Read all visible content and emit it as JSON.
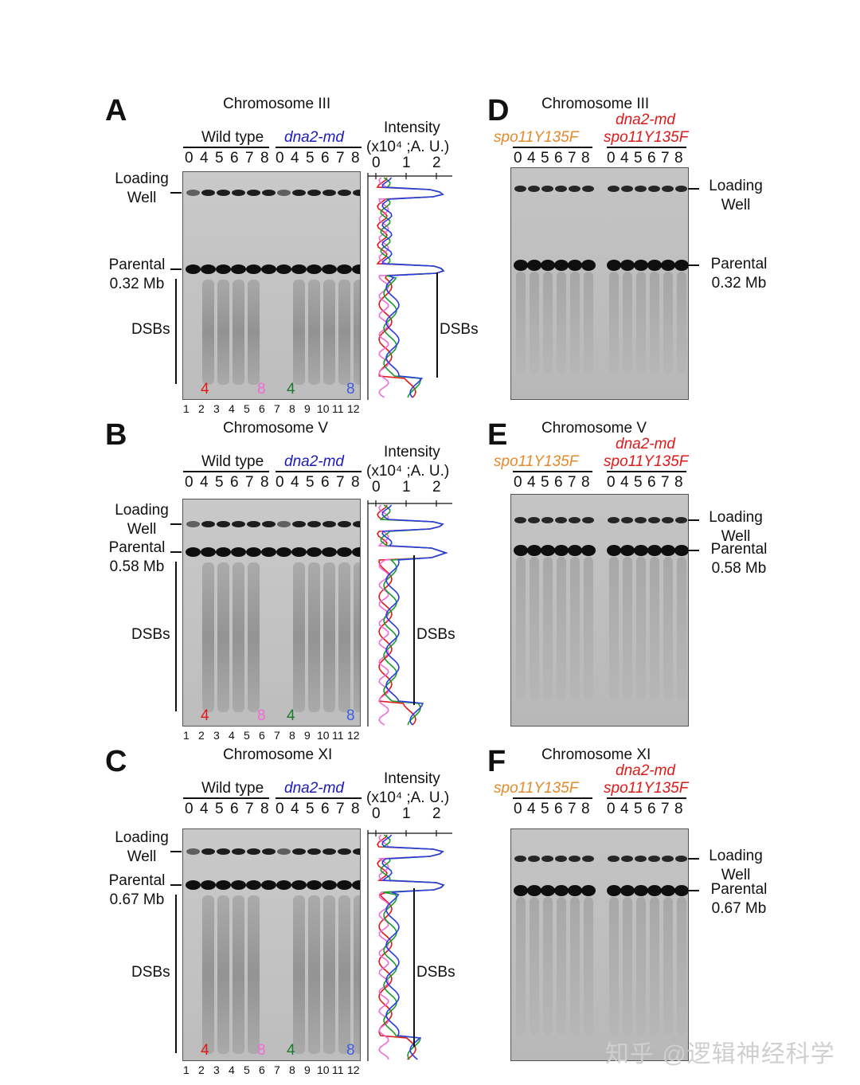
{
  "panels": [
    {
      "id": "A",
      "letter": "A",
      "chromosome": "Chromosome  III",
      "wt": "Wild type",
      "mut": "dna2-md",
      "lanes": [
        "0",
        "4",
        "5",
        "6",
        "7",
        "8",
        "0",
        "4",
        "5",
        "6",
        "7",
        "8"
      ],
      "lane_numbers": [
        "1",
        "2",
        "3",
        "4",
        "5",
        "6",
        "7",
        "8",
        "9",
        "10",
        "11",
        "12"
      ],
      "intensity": "Intensity",
      "intensity_units": "(x10⁴ ;A. U.)",
      "axis_ticks": [
        "0",
        "1",
        "2"
      ],
      "well_label": [
        "Loading",
        "Well"
      ],
      "parental_label": [
        "Parental",
        "0.32 Mb"
      ],
      "dsb_label": "DSBs",
      "dsb_profile_label": "DSBs",
      "markers": [
        {
          "text": "4",
          "color": "#e01919"
        },
        {
          "text": "8",
          "color": "#f06ad8"
        },
        {
          "text": "4",
          "color": "#1c7a2c"
        },
        {
          "text": "8",
          "color": "#3b5ee0"
        }
      ]
    },
    {
      "id": "B",
      "letter": "B",
      "chromosome": "Chromosome  V",
      "wt": "Wild type",
      "mut": "dna2-md",
      "lanes": [
        "0",
        "4",
        "5",
        "6",
        "7",
        "8",
        "0",
        "4",
        "5",
        "6",
        "7",
        "8"
      ],
      "lane_numbers": [
        "1",
        "2",
        "3",
        "4",
        "5",
        "6",
        "7",
        "8",
        "9",
        "10",
        "11",
        "12"
      ],
      "intensity": "Intensity",
      "intensity_units": "(x10⁴ ;A. U.)",
      "axis_ticks": [
        "0",
        "1",
        "2"
      ],
      "well_label": [
        "Loading",
        "Well"
      ],
      "parental_label": [
        "Parental",
        "0.58 Mb"
      ],
      "dsb_label": "DSBs",
      "dsb_profile_label": "DSBs",
      "markers": [
        {
          "text": "4",
          "color": "#e01919"
        },
        {
          "text": "8",
          "color": "#f06ad8"
        },
        {
          "text": "4",
          "color": "#1c7a2c"
        },
        {
          "text": "8",
          "color": "#3b5ee0"
        }
      ]
    },
    {
      "id": "C",
      "letter": "C",
      "chromosome": "Chromosome  XI",
      "wt": "Wild type",
      "mut": "dna2-md",
      "lanes": [
        "0",
        "4",
        "5",
        "6",
        "7",
        "8",
        "0",
        "4",
        "5",
        "6",
        "7",
        "8"
      ],
      "lane_numbers": [
        "1",
        "2",
        "3",
        "4",
        "5",
        "6",
        "7",
        "8",
        "9",
        "10",
        "11",
        "12"
      ],
      "intensity": "Intensity",
      "intensity_units": "(x10⁴ ;A. U.)",
      "axis_ticks": [
        "0",
        "1",
        "2"
      ],
      "well_label": [
        "Loading",
        "Well"
      ],
      "parental_label": [
        "Parental",
        "0.67 Mb"
      ],
      "dsb_label": "DSBs",
      "dsb_profile_label": "DSBs",
      "markers": [
        {
          "text": "4",
          "color": "#e01919"
        },
        {
          "text": "8",
          "color": "#f06ad8"
        },
        {
          "text": "4",
          "color": "#1c7a2c"
        },
        {
          "text": "8",
          "color": "#3b5ee0"
        }
      ]
    },
    {
      "id": "D",
      "letter": "D",
      "chromosome": "Chromosome  III",
      "left_strain": "spo11Y135F",
      "right_strain_1": "dna2-md",
      "right_strain_2": "spo11Y135F",
      "lanes": [
        "0",
        "4",
        "5",
        "6",
        "7",
        "8",
        "0",
        "4",
        "5",
        "6",
        "7",
        "8"
      ],
      "well_label": [
        "Loading",
        "Well"
      ],
      "parental_label": [
        "Parental",
        "0.32 Mb"
      ]
    },
    {
      "id": "E",
      "letter": "E",
      "chromosome": "Chromosome  V",
      "left_strain": "spo11Y135F",
      "right_strain_1": "dna2-md",
      "right_strain_2": "spo11Y135F",
      "lanes": [
        "0",
        "4",
        "5",
        "6",
        "7",
        "8",
        "0",
        "4",
        "5",
        "6",
        "7",
        "8"
      ],
      "well_label": [
        "Loading",
        "Well"
      ],
      "parental_label": [
        "Parental",
        "0.58 Mb"
      ]
    },
    {
      "id": "F",
      "letter": "F",
      "chromosome": "Chromosome  XI",
      "left_strain": "spo11Y135F",
      "right_strain_1": "dna2-md",
      "right_strain_2": "spo11Y135F",
      "lanes": [
        "0",
        "4",
        "5",
        "6",
        "7",
        "8",
        "0",
        "4",
        "5",
        "6",
        "7",
        "8"
      ],
      "well_label": [
        "Loading",
        "Well"
      ],
      "parental_label": [
        "Parental",
        "0.67 Mb"
      ]
    }
  ],
  "profile_colors": [
    "#e01919",
    "#f06ad8",
    "#1c9a2c",
    "#2a3ee0"
  ],
  "watermark": "知乎 @逻辑神经科学"
}
